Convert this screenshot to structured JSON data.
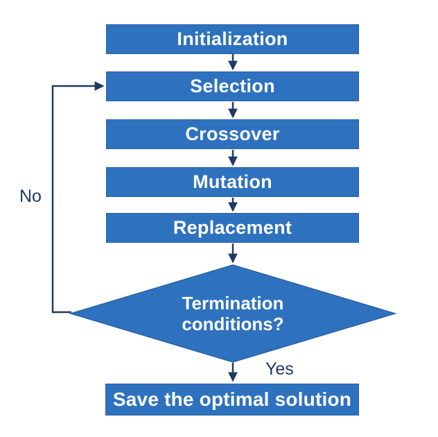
{
  "flow": {
    "steps": [
      {
        "label": "Initialization"
      },
      {
        "label": "Selection"
      },
      {
        "label": "Crossover"
      },
      {
        "label": "Mutation"
      },
      {
        "label": "Replacement"
      }
    ],
    "decision": {
      "line1": "Termination",
      "line2": "conditions?"
    },
    "end": {
      "label": "Save the optimal solution"
    },
    "edges": {
      "no_label": "No",
      "yes_label": "Yes"
    }
  },
  "colors": {
    "shape_fill": "#2E72BF",
    "shape_stroke": "#2A5FA5",
    "arrow": "#1F3864",
    "shape_text": "#FFFFFF",
    "edge_label_text": "#1F3864",
    "background": "#FFFFFF"
  }
}
